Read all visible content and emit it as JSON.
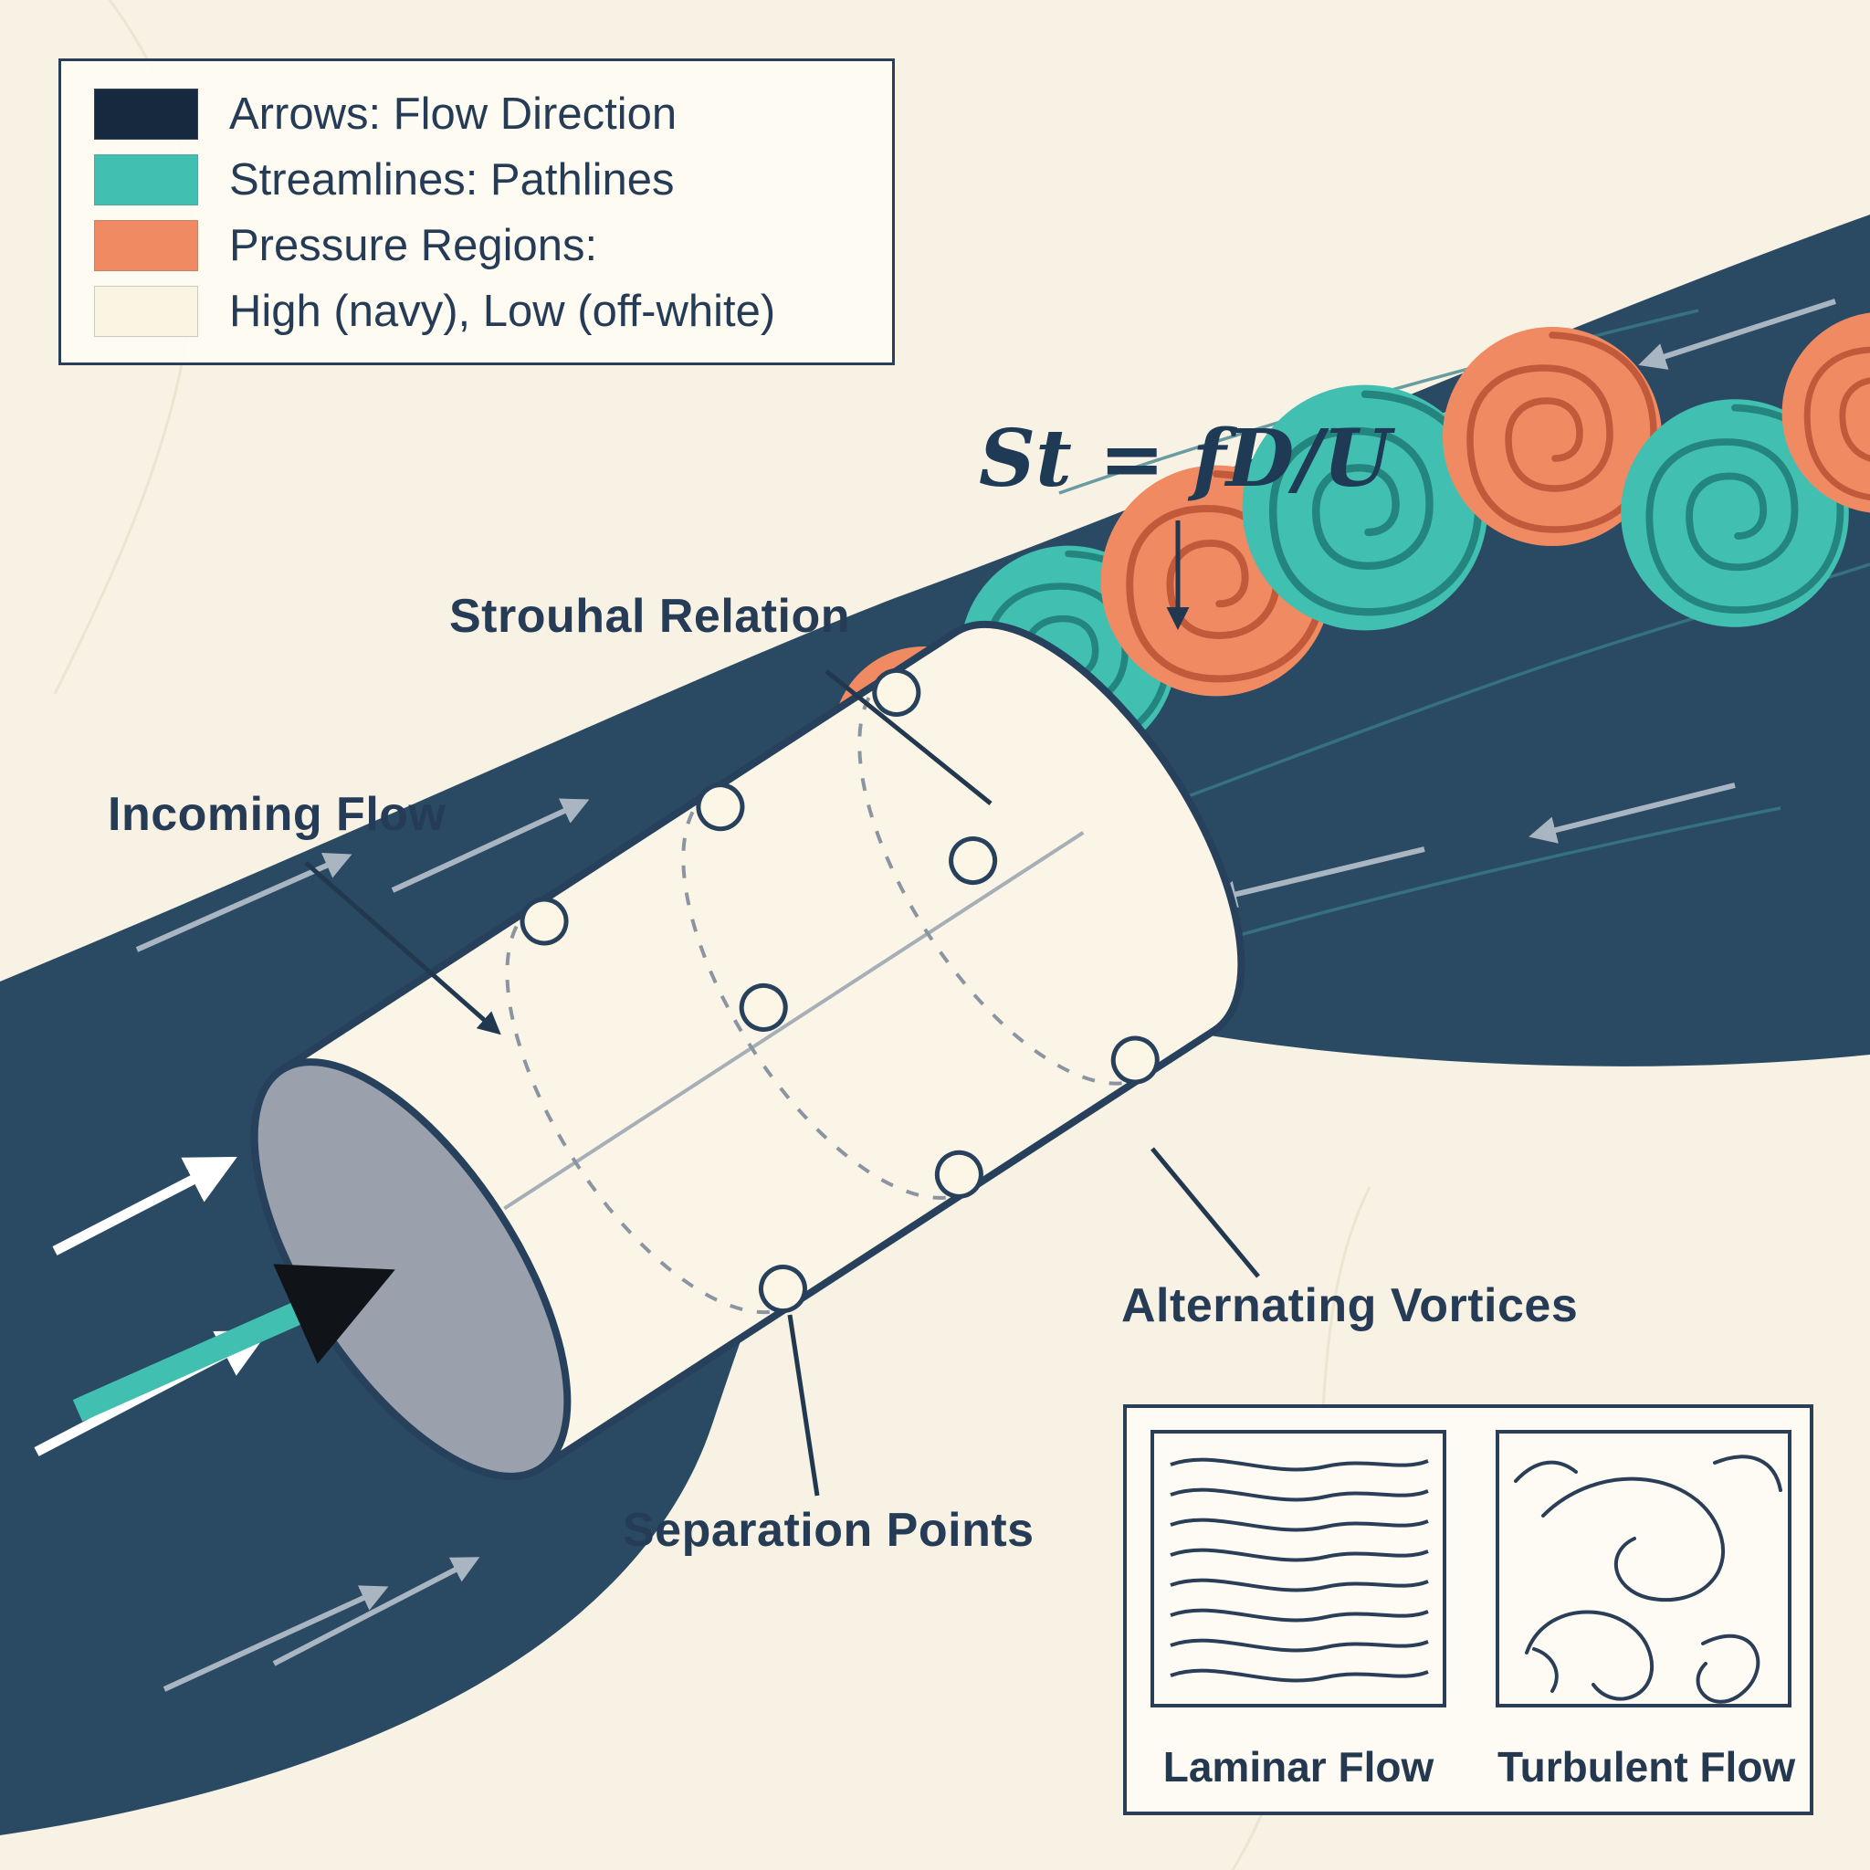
{
  "legend": {
    "items": [
      {
        "name": "arrows",
        "label": "Arrows: Flow Direction",
        "color": "#16293f"
      },
      {
        "name": "streamlines",
        "label": "Streamlines: Pathlines",
        "color": "#41bfb1"
      },
      {
        "name": "pressure",
        "label": "Pressure Regions:",
        "color": "#ef8a62"
      },
      {
        "name": "pressure2",
        "label": "High (navy), Low (off-white)",
        "color": "#faf4e2"
      }
    ]
  },
  "labels": {
    "formula": "St = fD/U",
    "strouhal": "Strouhal Relation",
    "incoming": "Incoming Flow",
    "vortices": "Alternating Vortices",
    "separation": "Separation Points"
  },
  "inset": {
    "laminar": "Laminar Flow",
    "turbulent": "Turbulent Flow"
  },
  "colors": {
    "background": "#f7f2e3",
    "navy_band": "#2a4963",
    "navy_dark": "#22384f",
    "teal": "#41bfb1",
    "teal_dark": "#23857d",
    "orange": "#ef8a62",
    "orange_dark": "#c2593a",
    "cream": "#faf4e2",
    "gray_cap": "#9aa1ad",
    "arrow_gray": "#a9b6c2"
  }
}
